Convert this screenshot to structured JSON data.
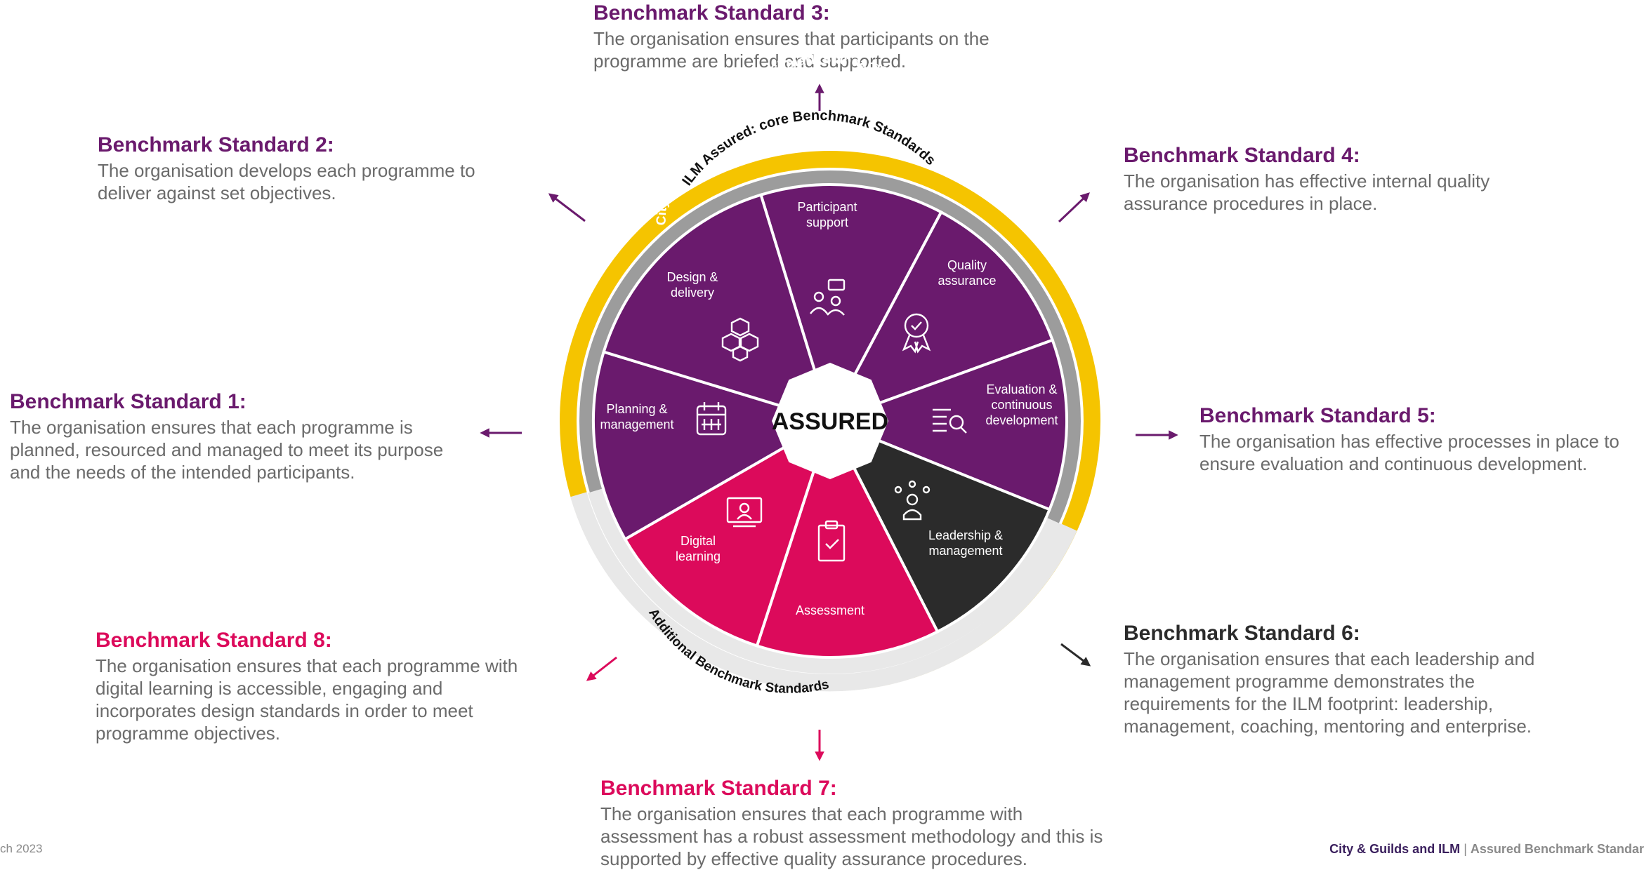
{
  "standards": [
    {
      "title": "Benchmark Standard 1:",
      "desc": "The organisation ensures that each programme is planned, resourced and managed to meet its purpose and the needs of the intended participants."
    },
    {
      "title": "Benchmark Standard 2:",
      "desc": "The organisation develops each programme to deliver against set objectives."
    },
    {
      "title": "Benchmark Standard 3:",
      "desc": "The organisation ensures that participants on the programme are briefed and supported."
    },
    {
      "title": "Benchmark Standard 4:",
      "desc": "The organisation has effective internal quality assurance procedures in place."
    },
    {
      "title": "Benchmark Standard 5:",
      "desc": "The organisation has effective processes in place to ensure evaluation and continuous development."
    },
    {
      "title": "Benchmark Standard 6:",
      "desc": "The organisation ensures that each leadership and management programme demonstrates the requirements for the ILM footprint: leadership, management, coaching, mentoring and enterprise."
    },
    {
      "title": "Benchmark Standard 7:",
      "desc": "The organisation ensures that each programme with assessment has a robust assessment methodology and this is supported by effective quality assurance procedures."
    },
    {
      "title": "Benchmark Standard 8:",
      "desc": "The organisation ensures that each programme with digital learning is accessible, engaging and incorporates design standards in order to meet programme objectives."
    }
  ],
  "wheel": {
    "center_label": "ASSURED",
    "ring_outer_label": "ILM Assured: core Benchmark Standards",
    "ring_inner_label": "City & Guild Assured: core Benchmark Standards",
    "ring_additional_label": "Additional Benchmark Standards",
    "segments": [
      {
        "line1": "Participant",
        "line2": "support",
        "icon": "people-chat-icon"
      },
      {
        "line1": "Quality",
        "line2": "assurance",
        "icon": "award-badge-icon"
      },
      {
        "line1": "Evaluation &",
        "line2": "continuous",
        "line3": "development",
        "icon": "list-search-icon"
      },
      {
        "line1": "Leadership &",
        "line2": "management",
        "icon": "leader-group-icon"
      },
      {
        "line1": "Assessment",
        "icon": "clipboard-check-icon"
      },
      {
        "line1": "Digital",
        "line2": "learning",
        "icon": "screen-person-icon"
      },
      {
        "line1": "Planning &",
        "line2": "management",
        "icon": "calendar-icon"
      },
      {
        "line1": "Design &",
        "line2": "delivery",
        "icon": "cubes-icon"
      }
    ]
  },
  "footer": {
    "left": "ch 2023",
    "brand": "City & Guilds and ILM",
    "separator": "|",
    "doc": "Assured Benchmark Standar"
  },
  "colors": {
    "purple": "#6a1a6d",
    "pink": "#dc0a5b",
    "dark": "#2b2b2b",
    "yellow": "#f5c400",
    "grey": "#9c9c9c",
    "light_grey": "#e8e8e8"
  }
}
